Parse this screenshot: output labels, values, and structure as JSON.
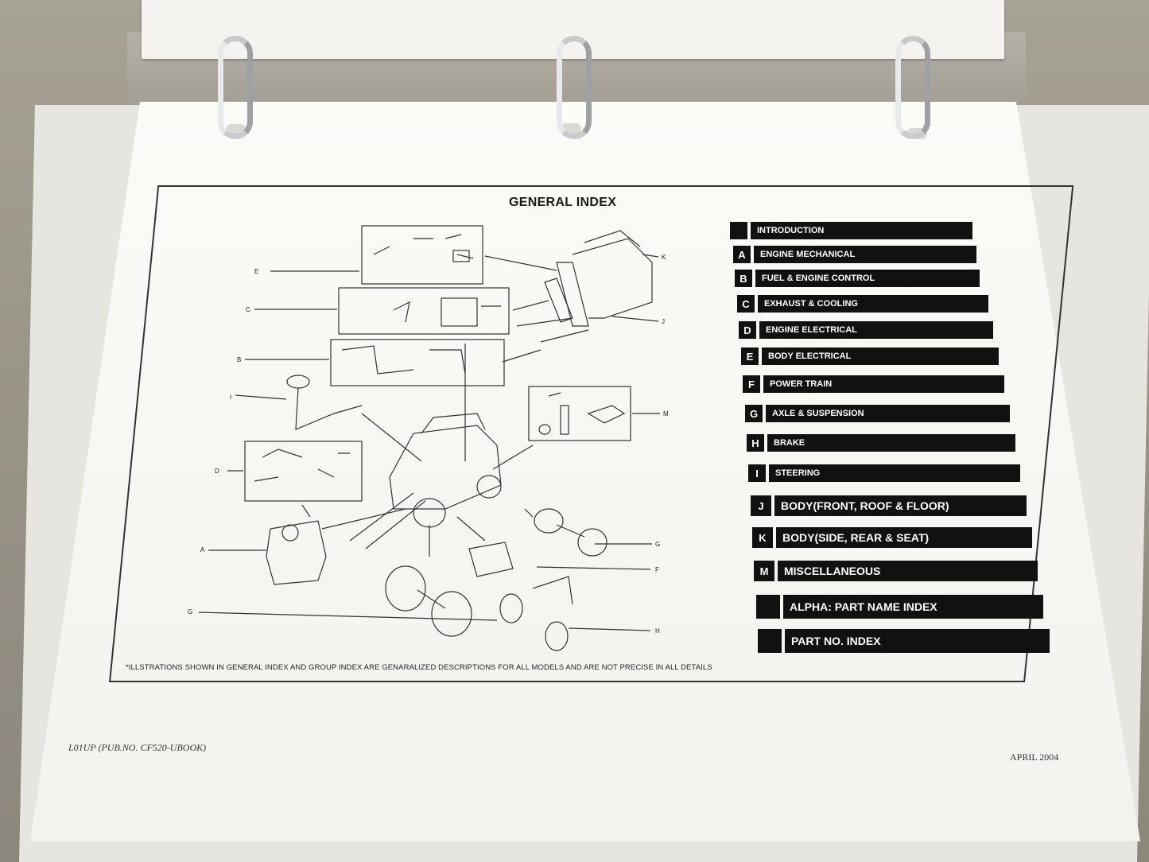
{
  "document": {
    "title": "GENERAL INDEX",
    "note": "*ILLSTRATIONS SHOWN IN GENERAL INDEX AND GROUP INDEX ARE GENARALIZED DESCRIPTIONS FOR ALL MODELS AND ARE NOT PRECISE IN ALL DETAILS",
    "footer_left": "L01UP (PUB.NO. CF520-UBOOK)",
    "footer_right": "APRIL 2004"
  },
  "index": [
    {
      "letter": "",
      "label": "INTRODUCTION"
    },
    {
      "letter": "A",
      "label": "ENGINE MECHANICAL"
    },
    {
      "letter": "B",
      "label": "FUEL & ENGINE CONTROL"
    },
    {
      "letter": "C",
      "label": "EXHAUST & COOLING"
    },
    {
      "letter": "D",
      "label": "ENGINE ELECTRICAL"
    },
    {
      "letter": "E",
      "label": "BODY ELECTRICAL"
    },
    {
      "letter": "F",
      "label": "POWER TRAIN"
    },
    {
      "letter": "G",
      "label": "AXLE & SUSPENSION"
    },
    {
      "letter": "H",
      "label": "BRAKE"
    },
    {
      "letter": "I",
      "label": "STEERING"
    },
    {
      "letter": "J",
      "label": "BODY(FRONT, ROOF & FLOOR)"
    },
    {
      "letter": "K",
      "label": "BODY(SIDE, REAR & SEAT)"
    },
    {
      "letter": "M",
      "label": "MISCELLANEOUS"
    },
    {
      "letter": "",
      "label": "ALPHA: PART NAME INDEX"
    },
    {
      "letter": "",
      "label": "PART NO. INDEX"
    }
  ],
  "diagram_labels": [
    "E",
    "C",
    "B",
    "I",
    "D",
    "A",
    "G",
    "K",
    "J",
    "M",
    "G",
    "F",
    "H"
  ]
}
